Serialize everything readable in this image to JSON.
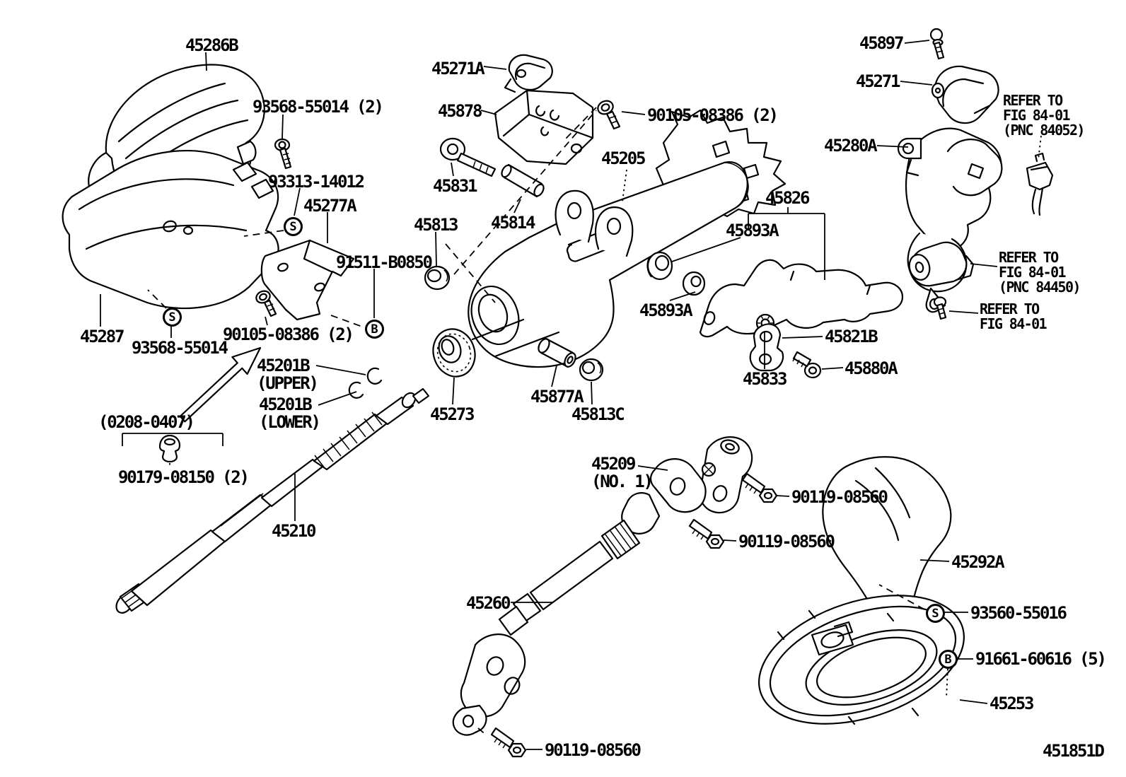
{
  "diagram": {
    "figure_code": "451851D",
    "description": "steering column and shaft exploded parts diagram",
    "markers": {
      "screw": "S",
      "bolt": "B"
    },
    "labels": [
      {
        "text": "45286B"
      },
      {
        "text": "93568-55014 (2)"
      },
      {
        "text": "93313-14012"
      },
      {
        "text": "45277A"
      },
      {
        "text": "91511-B0850"
      },
      {
        "text": "45287"
      },
      {
        "text": "93568-55014"
      },
      {
        "text": "90105-08386 (2)"
      },
      {
        "text": "45201B\n(UPPER)"
      },
      {
        "text": "45201B\n(LOWER)"
      },
      {
        "text": "(0208-0407)"
      },
      {
        "text": "90179-08150 (2)"
      },
      {
        "text": "45210"
      },
      {
        "text": "45271A"
      },
      {
        "text": "45878"
      },
      {
        "text": "45831"
      },
      {
        "text": "45814"
      },
      {
        "text": "45813"
      },
      {
        "text": "45205"
      },
      {
        "text": "90105-08386 (2)"
      },
      {
        "text": "45826"
      },
      {
        "text": "45893A"
      },
      {
        "text": "45893A"
      },
      {
        "text": "45273"
      },
      {
        "text": "45877A"
      },
      {
        "text": "45813C"
      },
      {
        "text": "45833"
      },
      {
        "text": "45821B"
      },
      {
        "text": "45880A"
      },
      {
        "text": "45897"
      },
      {
        "text": "45271"
      },
      {
        "text": "REFER TO\nFIG 84-01\n(PNC 84052)"
      },
      {
        "text": "45280A"
      },
      {
        "text": "REFER TO\nFIG 84-01\n(PNC 84450)"
      },
      {
        "text": "REFER TO\nFIG 84-01"
      },
      {
        "text": "45209\n(NO. 1)"
      },
      {
        "text": "90119-08560"
      },
      {
        "text": "90119-08560"
      },
      {
        "text": "45260"
      },
      {
        "text": "45292A"
      },
      {
        "text": "93560-55016"
      },
      {
        "text": "91661-60616 (5)"
      },
      {
        "text": "45253"
      },
      {
        "text": "90119-08560"
      },
      {
        "text": "451851D"
      }
    ]
  }
}
